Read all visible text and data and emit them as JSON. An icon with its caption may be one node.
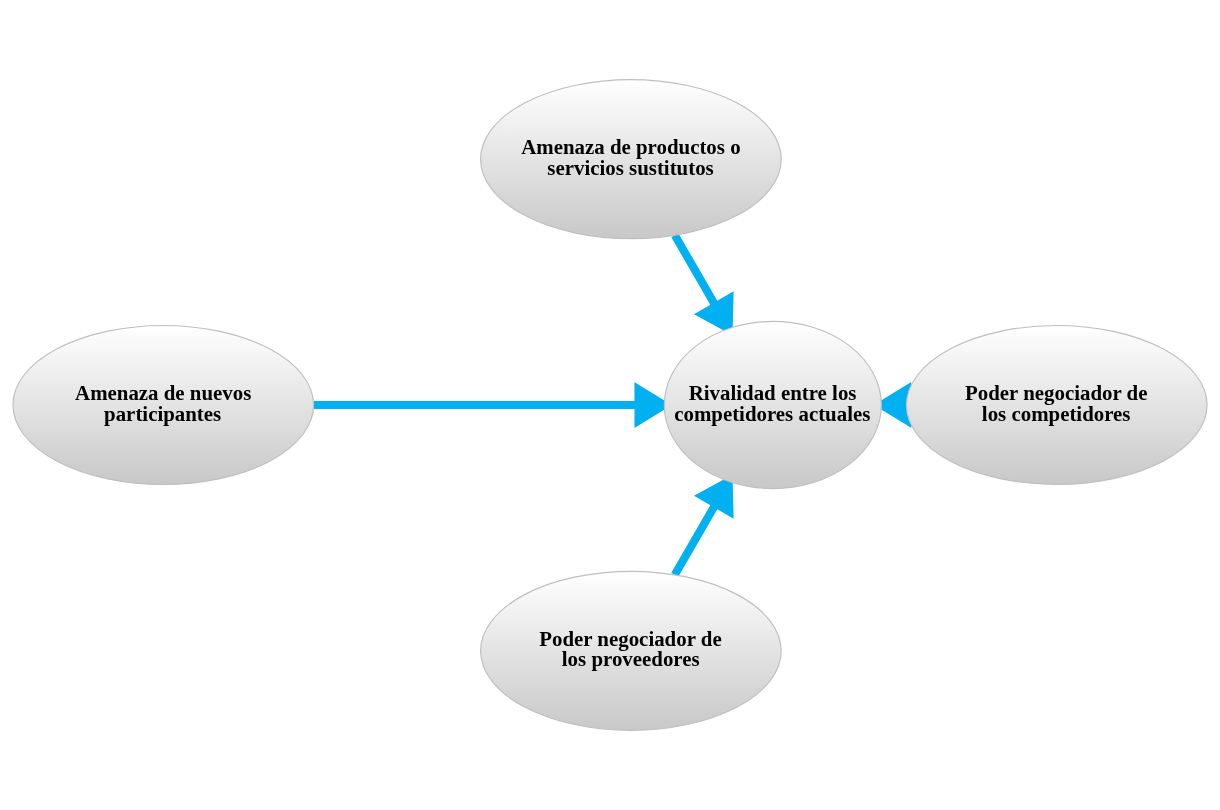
{
  "diagram": {
    "nodes": [
      {
        "text": [
          "Amenaza de nuevos participantes"
        ]
      },
      {
        "text": [
          "Poder negociador de los proveedores"
        ]
      },
      {
        "text": [
          "Rivalidad entre los competidores actuales"
        ]
      },
      {
        "text": [
          "Poder negociador de los competidores"
        ]
      },
      {
        "text": [
          "Amenaza de productos o servicios sustitutos"
        ]
      }
    ],
    "edges": [
      {
        "from": 0,
        "to": 2,
        "arrow": "to"
      },
      {
        "from": 1,
        "to": 2,
        "arrow": "to"
      },
      {
        "from": 3,
        "to": 2,
        "arrow": "to"
      },
      {
        "from": 4,
        "to": 2,
        "arrow": "to"
      }
    ]
  }
}
